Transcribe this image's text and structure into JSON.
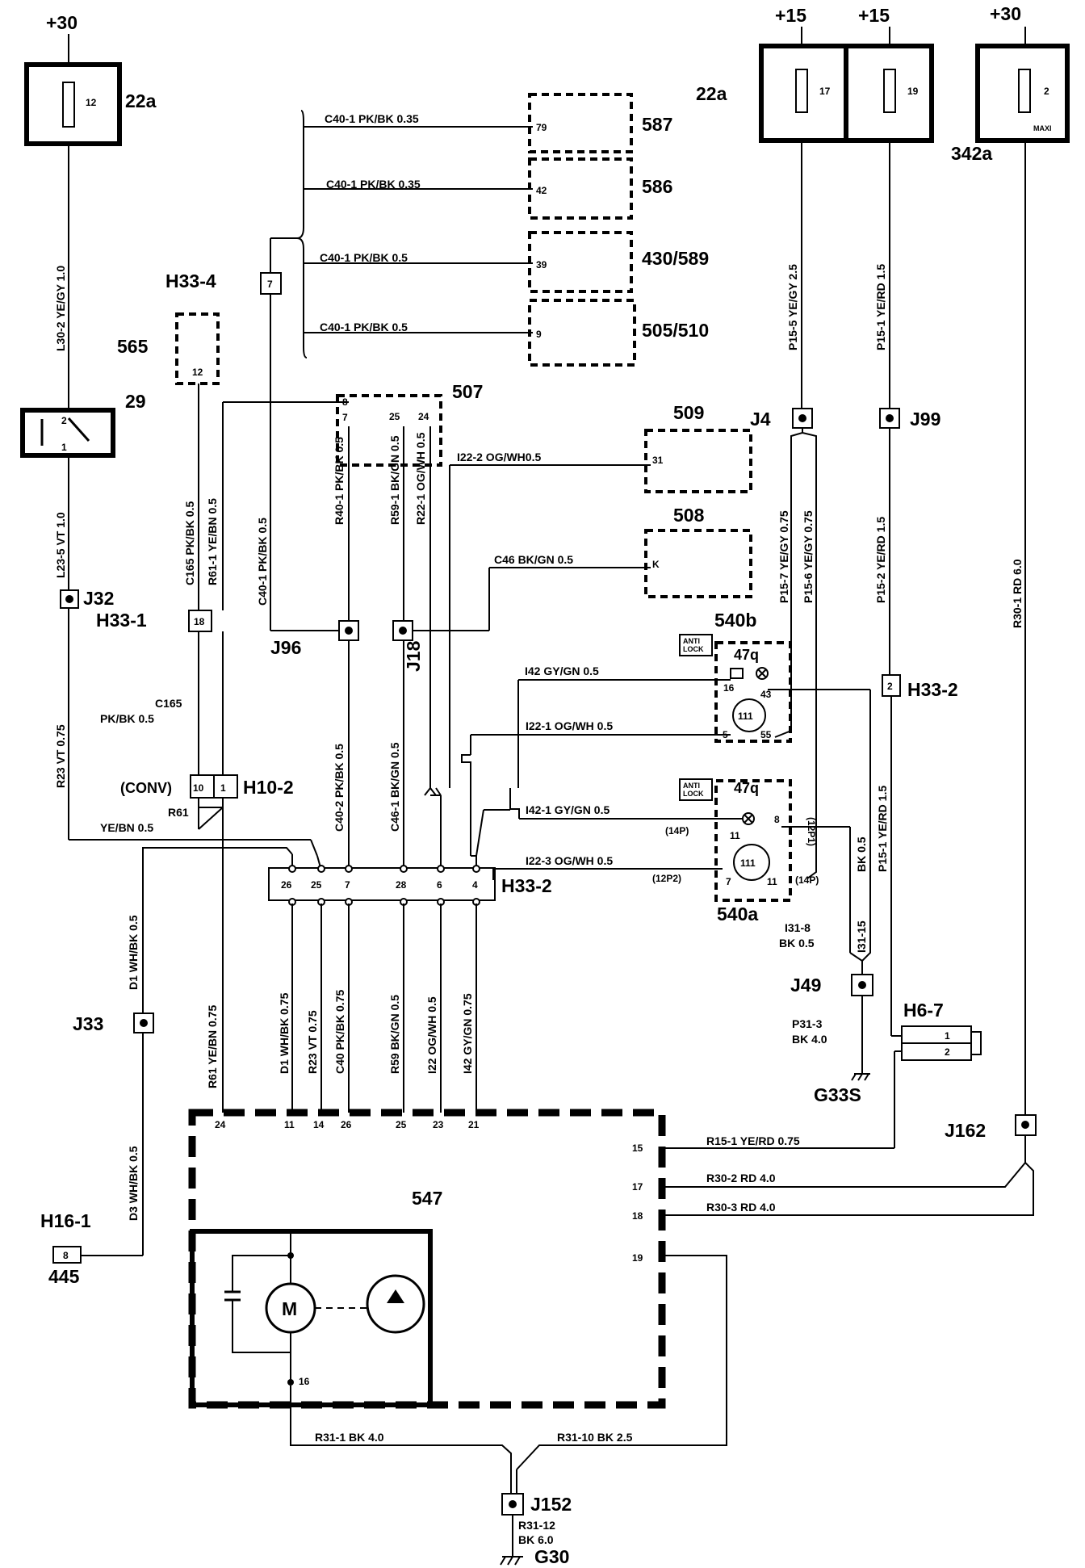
{
  "supply": {
    "left_30": "+30",
    "mid_15a": "+15",
    "mid_15b": "+15",
    "right_30": "+30"
  },
  "components": {
    "fuse_box_left": {
      "id": "22a",
      "fuse": "12"
    },
    "fuse_box_right": {
      "id": "22a",
      "fuse_a": "17",
      "fuse_b": "19"
    },
    "fuse_maxi": {
      "id": "342a",
      "fuse": "2",
      "sub": "MAXI"
    },
    "c587": "587",
    "c586": "586",
    "c430": "430/589",
    "c505": "505/510",
    "c565": "565",
    "c29": "29",
    "c507": "507",
    "c509": "509",
    "c508": "508",
    "c540b": "540b",
    "c540a": "540a",
    "c547": "547",
    "c445": "445",
    "anti_lock": "ANTI LOCK",
    "relay_47q": "47q",
    "motor": "M"
  },
  "pins": {
    "p587": "79",
    "p586": "42",
    "p430": "39",
    "p505": "9",
    "p565": "12",
    "p29_top": "2",
    "p29_bot": "1",
    "p507_8": "8",
    "p507_7": "7",
    "p507_25": "25",
    "p507_24": "24",
    "p509": "31",
    "p508": "K",
    "p540b_16": "16",
    "p540b_43": "43",
    "p540b_5": "5",
    "p540b_55": "55",
    "p540b_111": "111",
    "p540a_11a": "11",
    "p540a_8": "8",
    "p540a_7": "7",
    "p540a_11b": "11",
    "p540a_111": "111",
    "h33_1": "18",
    "h33_4": "7",
    "h33_2r": "2",
    "h10_a": "10",
    "h10_b": "1",
    "h6_1": "1",
    "h6_2": "2",
    "h16": "8",
    "h33_top": [
      "26",
      "25",
      "7",
      "28",
      "6",
      "4"
    ],
    "m547_top": [
      "24",
      "11",
      "14",
      "26",
      "25",
      "23",
      "21"
    ],
    "m547_right": [
      "15",
      "17",
      "18",
      "19"
    ],
    "m547_motor": "16"
  },
  "connectors": {
    "h33_4": "H33-4",
    "h33_1": "H33-1",
    "h10_2": "H10-2",
    "h33_2": "H33-2",
    "h33_2r": "H33-2",
    "h6_7": "H6-7",
    "h16_1": "H16-1",
    "conv": "(CONV)",
    "p12p1": "(12P1)",
    "p14pa": "(14P)",
    "p12p2": "(12P2)",
    "p14pb": "(14P)"
  },
  "junctions": {
    "j32": "J32",
    "j96": "J96",
    "j18": "J18",
    "j4": "J4",
    "j99": "J99",
    "j49": "J49",
    "j33": "J33",
    "j162": "J162",
    "j152": "J152"
  },
  "grounds": {
    "g33s": "G33S",
    "g30": "G30"
  },
  "wires": {
    "c40_587": "C40-1  PK/BK 0.35",
    "c40_586": "C40-1  PK/BK 0.35",
    "c40_430": "C40-1   PK/BK   0.5",
    "c40_505": "C40-1    PK/BK   0.5",
    "l30_2": "L30-2   YE/GY  1.0",
    "l23_5": "L23-5    VT  1.0",
    "r23": "R23    VT  0.75",
    "c165": "C165  PK/BK  0.5",
    "r61_1": "R61-1   YE/BN  0.5",
    "c165b_1": "C165",
    "c165b_2": "PK/BK  0.5",
    "r61b_1": "R61",
    "r61b_2": "YE/BN  0.5",
    "c40_1v": "C40-1   PK/BK  0.5",
    "r40_1": "R40-1   PK/BK   0.5",
    "r59_1": "R59-1  BK/GN  0.5",
    "r22_1": "R22-1  OG/WH  0.5",
    "i22_2": "I22-2    OG/WH0.5",
    "c46": "C46  BK/GN 0.5",
    "c40_2": "C40-2   PK/BK  0.5",
    "c46_1": "C46-1   BK/GN  0.5",
    "i42": "I42    GY/GN  0.5",
    "i22_1": "I22-1     OG/WH 0.5",
    "i42_1": "I42-1    GY/GN  0.5",
    "i22_3": "I22-3     OG/WH 0.5",
    "p15_5": "P15-5    YE/GY  2.5",
    "p15_1": "P15-1    YE/RD  1.5",
    "p15_7": "P15-7   YE/GY 0.75",
    "p15_6": "P15-6   YE/GY 0.75",
    "p15_2": "P15-2   YE/RD  1.5",
    "p15_1b": "P15-1    YE/RD  1.5",
    "bk05": "BK  0.5",
    "i31_15": "I31-15",
    "i31_8a": "I31-8",
    "i31_8b": "BK 0.5",
    "p31_3a": "P31-3",
    "p31_3b": "BK 4.0",
    "r30_1": "R30-1   RD  6.0",
    "d1_top": "D1  WH/BK 0.5",
    "d3": "D3  WH/BK 0.5",
    "r61_v": "R61   YE/BN   0.75",
    "d1_v": "D1   WH/BK 0.75",
    "r23_v": "R23   VT  0.75",
    "c40_v": "C40   PK/BK  0.75",
    "r59_v": "R59   BK/GN  0.5",
    "i22_v": "I22      OG/WH 0.5",
    "i42_v": "I42    GY/GN 0.75",
    "r15_1": "R15-1   YE/RD  0.75",
    "r30_2": "R30-2    RD 4.0",
    "r30_3": "R30-3    RD 4.0",
    "r31_1": "R31-1     BK  4.0",
    "r31_10": "R31-10    BK  2.5",
    "r31_12a": "R31-12",
    "r31_12b": "BK 6.0"
  }
}
